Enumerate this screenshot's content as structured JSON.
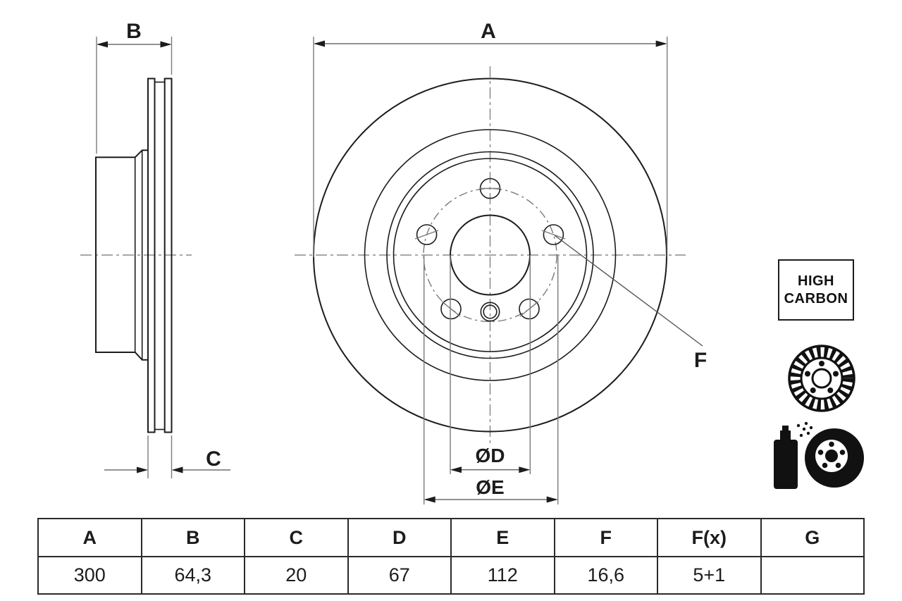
{
  "side_view": {
    "dim_width_label": "B",
    "dim_thickness_label": "C"
  },
  "front_view": {
    "dim_outer_label": "A",
    "dim_bore_label": "ØD",
    "dim_pcd_label": "ØE",
    "dim_hole_label": "F"
  },
  "badge": {
    "line1": "HIGH",
    "line2": "CARBON"
  },
  "icons": {
    "disc": "vented-brake-disc-icon",
    "spray": "spray-can-icon",
    "coated_disc": "coated-brake-disc-icon"
  },
  "table": {
    "headers": [
      "A",
      "B",
      "C",
      "D",
      "E",
      "F",
      "F(x)",
      "G"
    ],
    "values": [
      "300",
      "64,3",
      "20",
      "67",
      "112",
      "16,6",
      "5+1",
      ""
    ]
  },
  "dimensions_mm": {
    "A_outer_diameter": "300",
    "B_overall_height": "64,3",
    "C_thickness": "20",
    "D_center_bore": "67",
    "E_bolt_circle": "112",
    "F_hole_diameter": "16,6",
    "Fx_hole_count": "5+1",
    "G": ""
  },
  "colors": {
    "background": "#ffffff",
    "object_line": "#1c1c1c",
    "dimension_line": "#6f6f6f",
    "centerline": "#8a8a8a"
  }
}
